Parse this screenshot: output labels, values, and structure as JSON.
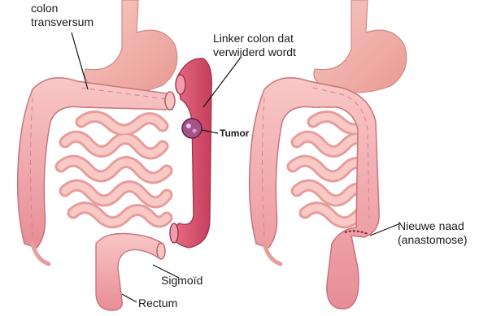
{
  "labels": {
    "colon_transversum_line1": "colon",
    "colon_transversum_line2": "transversum",
    "linker_colon_line1": "Linker colon dat",
    "linker_colon_line2": "verwijderd wordt",
    "tumor": "Tumor",
    "sigmoid": "Sigmoïd",
    "rectum": "Rectum",
    "nieuwe_naad_line1": "Nieuwe naad",
    "nieuwe_naad_line2": "(anastomose)"
  },
  "colors": {
    "stomach": "#f2b5ad",
    "colon": "#f0a5a5",
    "colon_outline": "#c9747a",
    "small_intestine": "#f5b8b4",
    "removed_colon": "#d9526a",
    "tumor": "#9b4a7a",
    "pointer_line": "#111111"
  }
}
